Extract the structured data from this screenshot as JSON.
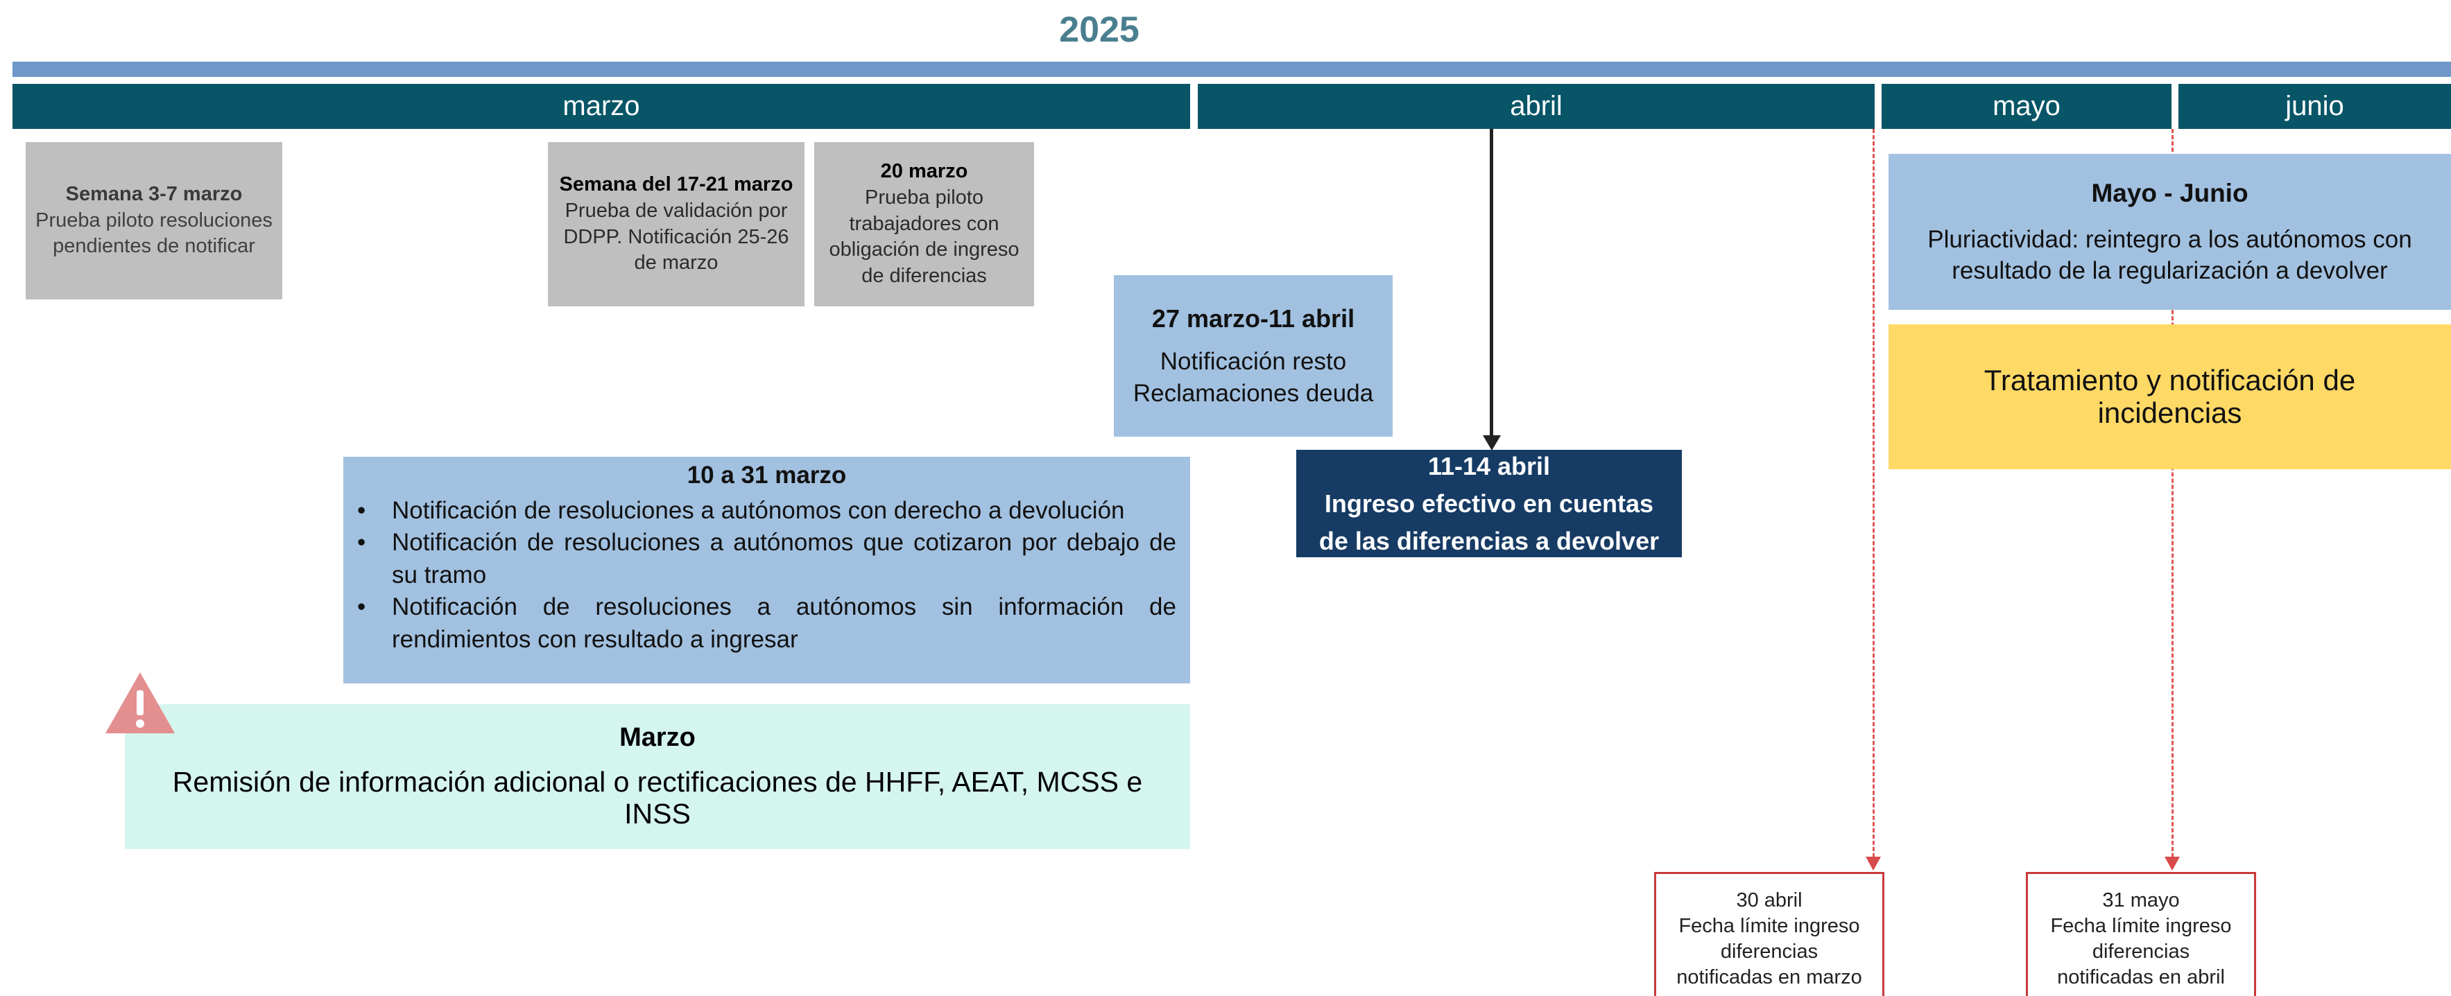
{
  "year": "2025",
  "months": [
    {
      "label": "marzo"
    },
    {
      "label": "abril"
    },
    {
      "label": "mayo"
    },
    {
      "label": "junio"
    }
  ],
  "milestones": {
    "semana_3_7": {
      "title": "Semana 3-7 marzo",
      "text": "Prueba piloto resoluciones pendientes de notificar"
    },
    "semana_17_21": {
      "title": "Semana del 17-21 marzo",
      "text": "Prueba de validación por DDPP. Notificación 25-26 de marzo"
    },
    "marzo_20": {
      "title": "20 marzo",
      "text": "Prueba piloto trabajadores con obligación de ingreso de diferencias"
    },
    "marzo_27_abril_11": {
      "title": "27 marzo-11 abril",
      "line1": "Notificación resto",
      "line2": "Reclamaciones deuda"
    },
    "marzo_10_31": {
      "title": "10 a 31 marzo",
      "bullets": [
        "Notificación de resoluciones a autónomos con derecho a devolución",
        "Notificación de resoluciones a autónomos que cotizaron por debajo de su tramo",
        "Notificación de resoluciones a autónomos sin información de rendimientos con resultado a ingresar"
      ]
    },
    "abril_11_14": {
      "line1": "11-14 abril",
      "line2": "Ingreso efectivo en cuentas",
      "line3": "de las diferencias a devolver"
    },
    "mayo_junio": {
      "title": "Mayo - Junio",
      "text": "Pluriactividad: reintegro a los autónomos con resultado de la regularización a devolver"
    },
    "incidencias": {
      "text": "Tratamiento y notificación de incidencias"
    },
    "marzo_remision": {
      "title": "Marzo",
      "text": "Remisión de información adicional o rectificaciones de HHFF, AEAT, MCSS e INSS"
    }
  },
  "deadlines": [
    {
      "date": "30 abril",
      "line1": "Fecha límite ingreso",
      "line2": "diferencias",
      "line3": "notificadas en marzo"
    },
    {
      "date": "31 mayo",
      "line1": "Fecha límite ingreso",
      "line2": "diferencias",
      "line3": "notificadas en abril"
    }
  ],
  "colors": {
    "year": "#4a7f8f",
    "month_bar": "#075567",
    "timeline_bar": "#6f97c9",
    "grey_box": "#bfbfbf",
    "light_blue_box": "#a2c1e0",
    "dark_blue_box": "#163b64",
    "yellow_box": "#ffd966",
    "mint_box": "#d5f5ef",
    "warning": "#e38f8f",
    "deadline_red": "#c93a3a"
  },
  "icons": {
    "warning": "warning-triangle-icon"
  }
}
